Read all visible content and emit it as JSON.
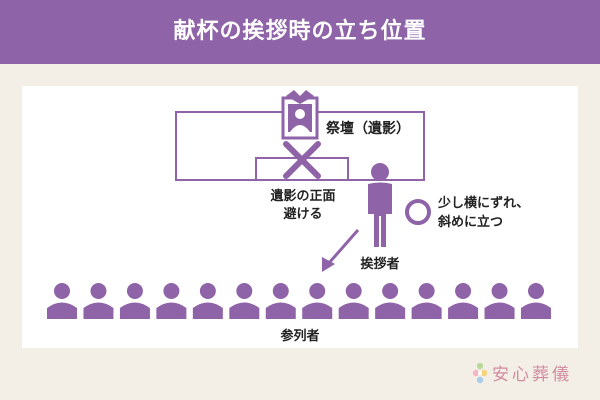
{
  "title": "献杯の挨拶時の立ち位置",
  "altar_label": "祭壇（遺影）",
  "avoid_label": [
    "遺影の正面",
    "避ける"
  ],
  "stand_label": [
    "少し横にずれ、",
    "斜めに立つ"
  ],
  "speaker_label": "挨拶者",
  "attendees_label": "参列者",
  "logo_text": "安心葬儀",
  "attendee_count": 14,
  "colors": {
    "purple": "#8f63a8",
    "background": "#f3efe6",
    "panel": "#ffffff",
    "logo": "#d28aa0"
  },
  "icons": [
    "portrait-icon",
    "cross-mark-icon",
    "circle-mark-icon",
    "arrow-icon",
    "person-icon",
    "flower-icon"
  ]
}
